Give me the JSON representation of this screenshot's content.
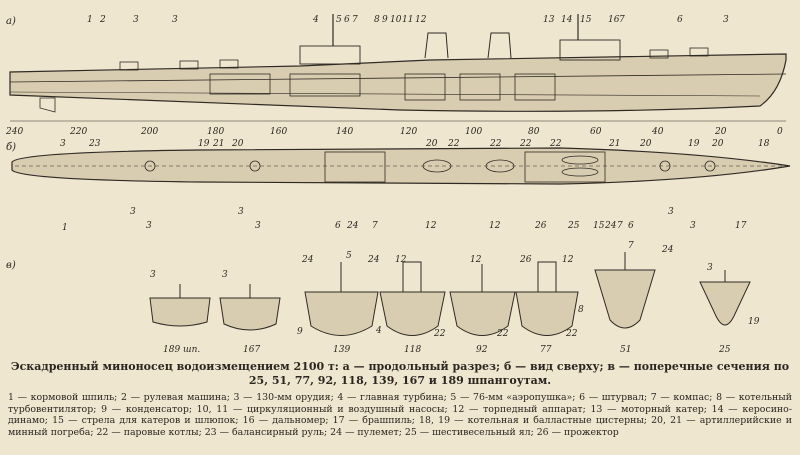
{
  "panel_labels": {
    "a": "a)",
    "b": "б)",
    "c": "в)"
  },
  "frame_scale": [
    "240",
    "220",
    "200",
    "180",
    "160",
    "140",
    "120",
    "100",
    "80",
    "60",
    "40",
    "20",
    "0"
  ],
  "callouts_a": [
    "1",
    "2",
    "3",
    "3",
    "4",
    "5",
    "6",
    "7",
    "8",
    "9",
    "10",
    "11",
    "12",
    "13",
    "14",
    "15",
    "16",
    "7",
    "6",
    "3",
    "3",
    "23",
    "19",
    "21",
    "20",
    "20",
    "22",
    "22",
    "22",
    "22",
    "21",
    "20",
    "20",
    "19",
    "18"
  ],
  "callouts_b": [
    "1",
    "3",
    "3",
    "3",
    "3",
    "6",
    "24",
    "7",
    "12",
    "12",
    "26",
    "25",
    "15",
    "24",
    "7",
    "6",
    "3",
    "3",
    "17"
  ],
  "sections": [
    {
      "label": "189 шп."
    },
    {
      "label": "167"
    },
    {
      "label": "139"
    },
    {
      "label": "118"
    },
    {
      "label": "92"
    },
    {
      "label": "77"
    },
    {
      "label": "51"
    },
    {
      "label": "25"
    }
  ],
  "callouts_c": [
    "3",
    "3",
    "24",
    "5",
    "24",
    "9",
    "4",
    "12",
    "22",
    "12",
    "22",
    "26",
    "22",
    "12",
    "8",
    "7",
    "24",
    "3",
    "19"
  ],
  "caption": "Эскадренный миноносец водоизмещением 2100 т: а — продольный разрез; б — вид сверху; в — поперечные сечения по 25, 51, 77, 92, 118, 139, 167 и 189 шпангоутам.",
  "legend": "1 — кормовой шпиль; 2 — рулевая машина; 3 — 130-мм орудия; 4 — главная турбина; 5 — 76-мм «аэропушка»; 6 — штурвал; 7 — компас; 8 — котельный турбовентилятор; 9 — конденсатор; 10, 11 — циркуляционный и воздушный насосы; 12 — торпедный аппарат; 13 — моторный катер; 14 — керосино-динамо; 15 — стрела для катеров и шлюпок; 16 — дальномер; 17 — брашпиль; 18, 19 — котельная и балластные цистерны; 20, 21 — артиллерийские и минный погреба; 22 — паровые котлы; 23 — балансирный руль; 24 — пулемет; 25 — шестивесельный ял; 26 — прожектор"
}
